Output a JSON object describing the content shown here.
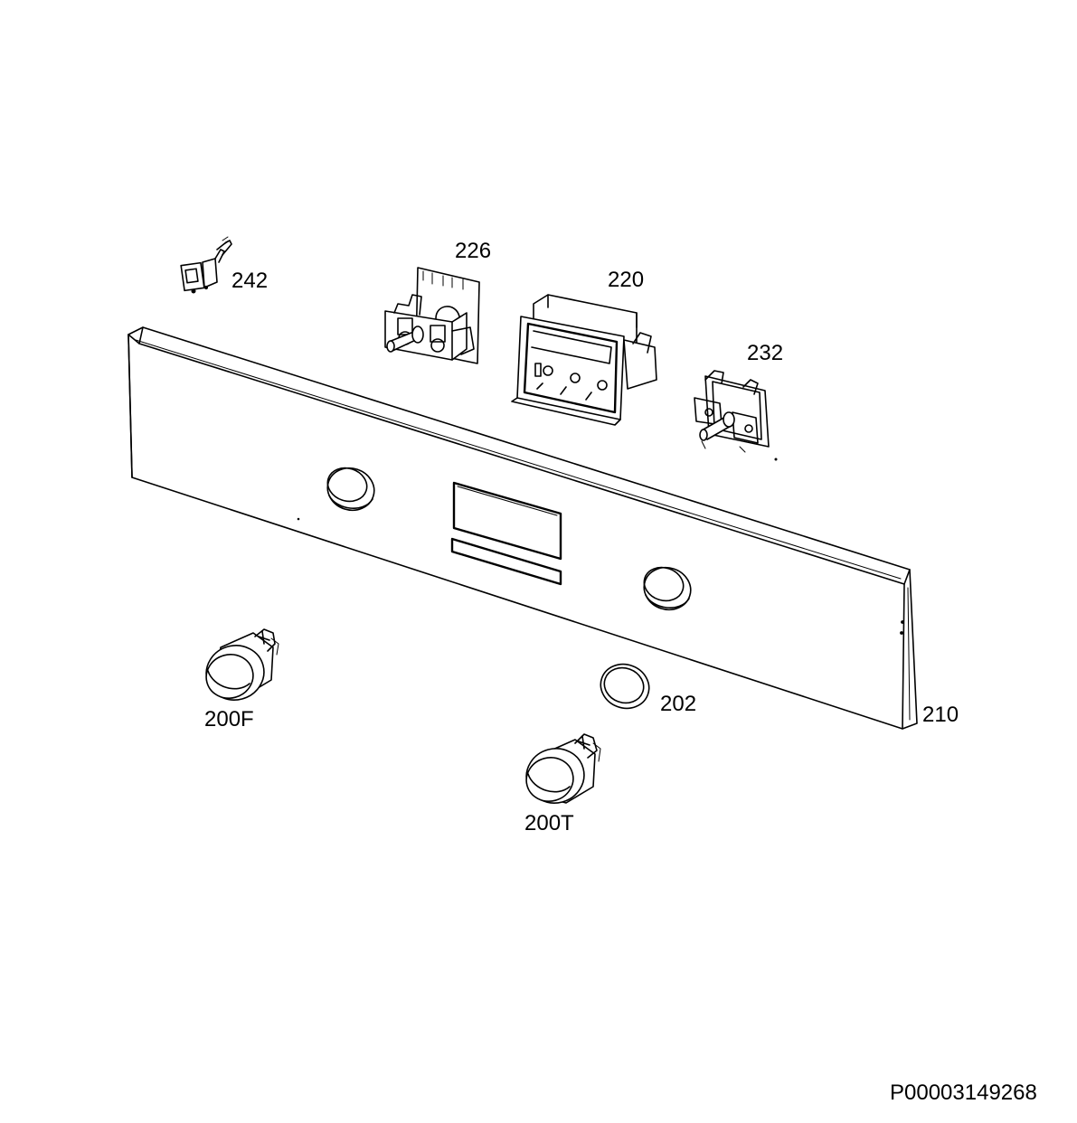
{
  "callouts": {
    "p242": "242",
    "p226": "226",
    "p220": "220",
    "p232": "232",
    "p210": "210",
    "p202": "202",
    "p200F": "200F",
    "p200T": "200T"
  },
  "document_code": "P00003149268"
}
